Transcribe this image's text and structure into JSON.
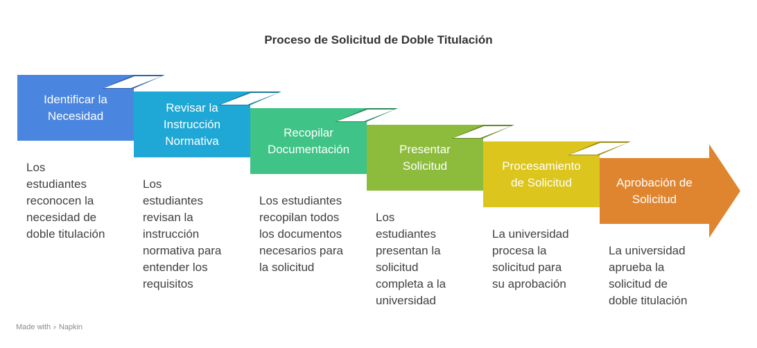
{
  "title": "Proceso de Solicitud de Doble Titulación",
  "steps": [
    {
      "label": "Identificar la\nNecesidad",
      "description": "Los\nestudiantes\nreconocen la\nnecesidad de\ndoble titulación",
      "color": "#4a86e0",
      "fold_color": "#2f5fa8"
    },
    {
      "label": "Revisar la\nInstrucción\nNormativa",
      "description": "Los\nestudiantes\nrevisan la\ninstrucción\nnormativa para\nentender los\nrequisitos",
      "color": "#1fa8d6",
      "fold_color": "#157a9c"
    },
    {
      "label": "Recopilar\nDocumentación",
      "description": "Los estudiantes\nrecopilan todos\nlos documentos\nnecesarios para\nla solicitud",
      "color": "#3fc386",
      "fold_color": "#2a8a5e"
    },
    {
      "label": "Presentar\nSolicitud",
      "description": "Los\nestudiantes\npresentan la\nsolicitud\ncompleta a la\nuniversidad",
      "color": "#8dbc3c",
      "fold_color": "#65872a"
    },
    {
      "label": "Procesamiento\nde Solicitud",
      "description": "La universidad\nprocesa la\nsolicitud para\nsu aprobación",
      "color": "#dcc51c",
      "fold_color": "#9e8d12"
    },
    {
      "label": "Aprobación de\nSolicitud",
      "description": "La universidad\naprueba la\nsolicitud de\ndoble titulación",
      "color": "#e0852f",
      "fold_color": "#a65f1f"
    }
  ],
  "watermark": {
    "prefix": "Made with",
    "brand": "Napkin",
    "icon": "napkin-logo-icon"
  }
}
